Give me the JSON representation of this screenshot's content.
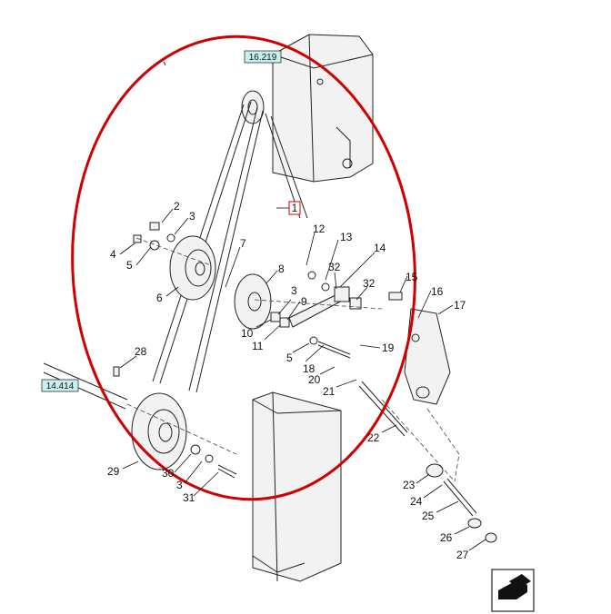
{
  "diagram": {
    "ref_tags": [
      "16.219",
      "14.414"
    ],
    "highlight_color": "#d00000",
    "callout": "1",
    "part_labels": [
      "2",
      "3",
      "4",
      "5",
      "6",
      "7",
      "8",
      "12",
      "13",
      "14",
      "15",
      "16",
      "17",
      "32",
      "32",
      "3",
      "9",
      "10",
      "11",
      "5",
      "18",
      "19",
      "20",
      "21",
      "22",
      "23",
      "24",
      "25",
      "26",
      "27",
      "28",
      "29",
      "30",
      "3",
      "31"
    ],
    "nav_icon": "next-page-arrow-icon"
  }
}
